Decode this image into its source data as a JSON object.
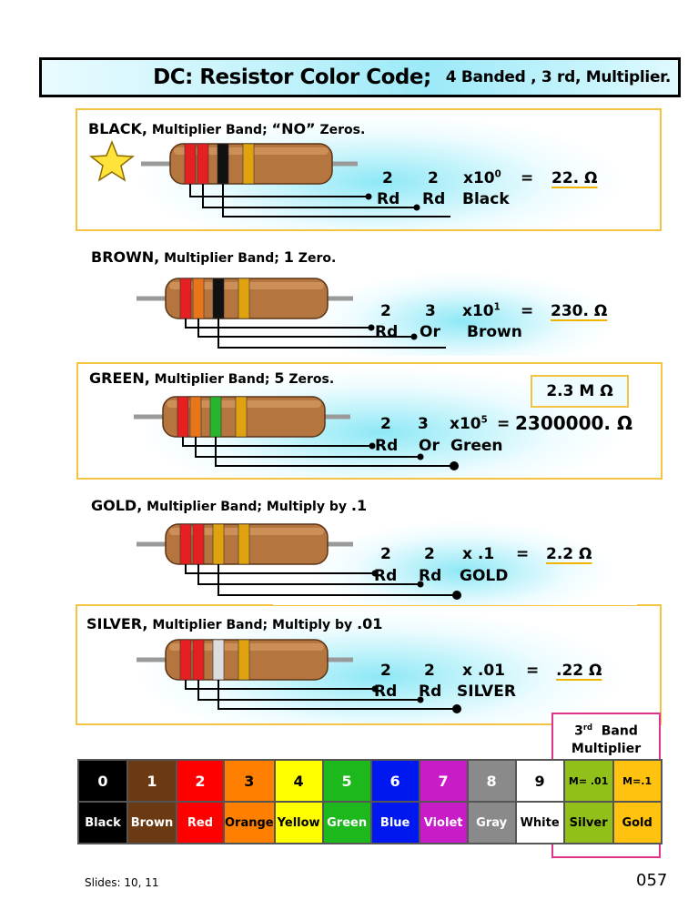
{
  "title": {
    "main": "DC: Resistor Color Code;",
    "sub": "4 Banded , 3 rd, Multiplier."
  },
  "colors": {
    "accent_border": "#f5c342",
    "resistor_body": "#b4753f",
    "lead": "#9a9a9a",
    "multiplier_box_border": "#e0338c"
  },
  "sections": [
    {
      "id": "black",
      "heading": {
        "color": "BLACK,",
        "label": "Multiplier Band;",
        "emph": "“NO”",
        "tail": "Zeros."
      },
      "has_star": true,
      "bands": [
        "#e62020",
        "#e62020",
        "#111111",
        "#e0a30f"
      ],
      "values": {
        "d1": "2",
        "d2": "2",
        "mult_base": "x10",
        "mult_exp": "0",
        "eq": "=",
        "result": "22. Ω"
      },
      "labels": {
        "d1": "Rd",
        "d2": "Rd",
        "mult": "Black"
      }
    },
    {
      "id": "brown",
      "heading": {
        "color": "BROWN,",
        "label": "Multiplier Band;",
        "emph": "1",
        "tail": "Zero."
      },
      "bands": [
        "#e62020",
        "#e8751a",
        "#111111",
        "#e0a30f"
      ],
      "values": {
        "d1": "2",
        "d2": "3",
        "mult_base": "x10",
        "mult_exp": "1",
        "eq": "=",
        "result": "230. Ω"
      },
      "labels": {
        "d1": "Rd",
        "d2": "Or",
        "mult": "Brown"
      }
    },
    {
      "id": "green",
      "heading": {
        "color": "GREEN,",
        "label": "Multiplier Band;",
        "emph": "5",
        "tail": "Zeros."
      },
      "bands": [
        "#e62020",
        "#e8751a",
        "#27b62b",
        "#e0a30f"
      ],
      "values": {
        "d1": "2",
        "d2": "3",
        "mult_base": "x10",
        "mult_exp": "5",
        "eq": "=",
        "result": "2300000. Ω"
      },
      "labels": {
        "d1": "Rd",
        "d2": "Or",
        "mult": "Green"
      },
      "callout": "2.3 M Ω"
    },
    {
      "id": "gold",
      "heading": {
        "color": "GOLD,",
        "label": "Multiplier Band; Multiply by",
        "emph": ".1",
        "tail": ""
      },
      "bands": [
        "#e62020",
        "#e62020",
        "#e0a30f",
        "#e0a30f"
      ],
      "values": {
        "d1": "2",
        "d2": "2",
        "mult_base": "x .1",
        "mult_exp": "",
        "eq": "=",
        "result": "2.2 Ω"
      },
      "labels": {
        "d1": "Rd",
        "d2": "Rd",
        "mult": "GOLD"
      }
    },
    {
      "id": "silver",
      "heading": {
        "color": "SILVER,",
        "label": "Multiplier Band; Multiply by",
        "emph": ".01",
        "tail": ""
      },
      "bands": [
        "#e62020",
        "#e62020",
        "#dcdcdc",
        "#e0a30f"
      ],
      "values": {
        "d1": "2",
        "d2": "2",
        "mult_base": "x .01",
        "mult_exp": "",
        "eq": "=",
        "result": ".22 Ω"
      },
      "labels": {
        "d1": "Rd",
        "d2": "Rd",
        "mult": "SILVER"
      }
    }
  ],
  "multiplier_box": {
    "line1": "3",
    "line1_sup": "rd",
    "line1_tail": "Band",
    "line2": "Multiplier"
  },
  "color_table": [
    {
      "digit": "0",
      "name": "Black",
      "bg": "#000000",
      "fg": "#ffffff"
    },
    {
      "digit": "1",
      "name": "Brown",
      "bg": "#6b3a12",
      "fg": "#ffffff"
    },
    {
      "digit": "2",
      "name": "Red",
      "bg": "#ff0000",
      "fg": "#ffffff"
    },
    {
      "digit": "3",
      "name": "Orange",
      "bg": "#ff7f00",
      "fg": "#000000"
    },
    {
      "digit": "4",
      "name": "Yellow",
      "bg": "#ffff00",
      "fg": "#000000"
    },
    {
      "digit": "5",
      "name": "Green",
      "bg": "#1cb81c",
      "fg": "#ffffff"
    },
    {
      "digit": "6",
      "name": "Blue",
      "bg": "#0018f0",
      "fg": "#ffffff"
    },
    {
      "digit": "7",
      "name": "Violet",
      "bg": "#c81cc8",
      "fg": "#ffffff"
    },
    {
      "digit": "8",
      "name": "Gray",
      "bg": "#8a8a8a",
      "fg": "#ffffff"
    },
    {
      "digit": "9",
      "name": "White",
      "bg": "#ffffff",
      "fg": "#000000"
    },
    {
      "digit": "M= .01",
      "name": "Silver",
      "bg": "#92c01a",
      "fg": "#000000"
    },
    {
      "digit": "M=.1",
      "name": "Gold",
      "bg": "#ffc20e",
      "fg": "#000000"
    }
  ],
  "footer": {
    "slides": "Slides: 10, 11",
    "page": "057"
  }
}
